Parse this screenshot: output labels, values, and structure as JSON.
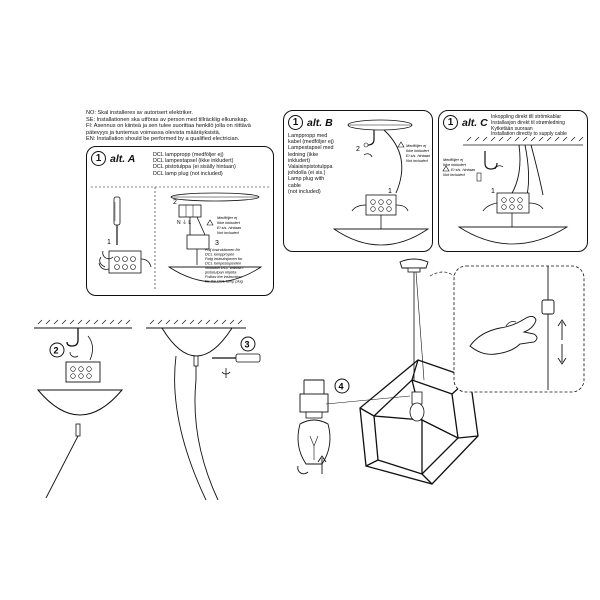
{
  "notes": [
    "NO: Skal installeres av autorisert elektriker.",
    "SE: Installationen ska utföras av person med tillräcklig elkunskap.",
    "FI:   Asennus on kiinteä ja sen tulee suorittaa henkilö jolla on riittävä",
    "         pätevyys ja tuntemus voimassa olevista määräyksistä.",
    "EN: Installation should be performed by a qualified electrician."
  ],
  "alt_a": {
    "num": "1",
    "label": "alt. A",
    "desc": [
      "DCL lamppropp (medföljer ej)",
      "DCL lampestapsel (ikke inkludert)",
      "DCL pistotulppa (ei sisälly hintaan)",
      "DCL lamp plug (not included)"
    ],
    "step2": "2",
    "step3": "3",
    "step1": "1",
    "terminals": "N  ⏚  L",
    "warn": [
      "Medföljer ej",
      "Ikke inkludert",
      "Ei sis. hintaan",
      "Not included"
    ],
    "dcl_note": [
      "Följ instruktionen för",
      "DCL lamppropen",
      "Følg instruksjonen for",
      "DCL lampestapselen",
      "Noudata DCL valaisin-",
      "pistotulpan ohjeita",
      "Follow the instruction",
      "for the DCL lamp plug"
    ]
  },
  "alt_b": {
    "num": "1",
    "label": "alt. B",
    "desc": [
      "Lamppropp med",
      "kabel (medföljer ej)",
      "Lampestapsel med",
      "ledning (ikke",
      "inkludert)",
      "Valaisinpistotulppa",
      "johdolla (ei sis.)",
      "Lamp plug with",
      "cable",
      "(not included)"
    ],
    "step2": "2",
    "step1": "1",
    "warn": [
      "Medföljer ej",
      "Ikke inkludert",
      "Ei sis. hintaan",
      "Not included"
    ]
  },
  "alt_c": {
    "num": "1",
    "label": "alt. C",
    "desc": [
      "Inkoppling direkt till strömkablar",
      "Installasjon direkt til strømledning",
      "Kytketään suoraan",
      "Installation directly to supply cable"
    ],
    "step1": "1",
    "warn": [
      "Medföljer ej",
      "Ikke inkludert",
      "Ei sis. hintaan",
      "Not included"
    ]
  },
  "steps": {
    "s2": "2",
    "s3": "3",
    "s4": "4"
  },
  "icons": [
    "screwdriver-icon",
    "rotate-arrow-icon",
    "up-arrow-icon",
    "down-arrow-icon",
    "hand-icon",
    "warning-icon"
  ]
}
